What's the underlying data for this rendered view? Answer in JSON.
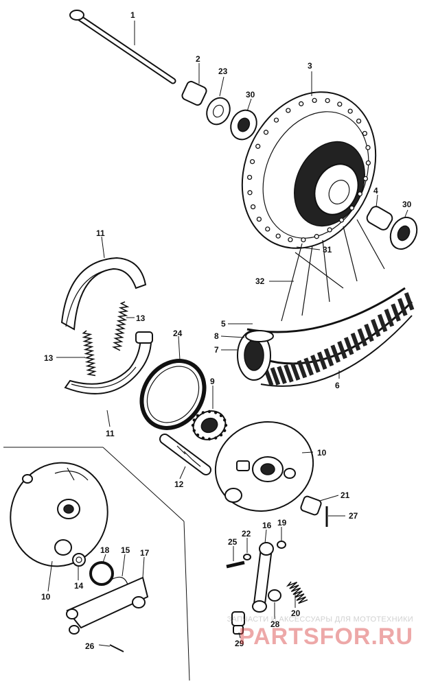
{
  "callouts": {
    "c1": "1",
    "c2": "2",
    "c3": "3",
    "c4": "4",
    "c5": "5",
    "c6": "6",
    "c7": "7",
    "c8": "8",
    "c9": "9",
    "c10a": "10",
    "c10b": "10",
    "c11a": "11",
    "c11b": "11",
    "c12": "12",
    "c13a": "13",
    "c13b": "13",
    "c14": "14",
    "c15": "15",
    "c16": "16",
    "c17": "17",
    "c18": "18",
    "c19": "19",
    "c20": "20",
    "c21": "21",
    "c22": "22",
    "c23": "23",
    "c24": "24",
    "c25": "25",
    "c26": "26",
    "c27": "27",
    "c28": "28",
    "c29": "29",
    "c30a": "30",
    "c30b": "30",
    "c31": "31",
    "c32": "32"
  },
  "watermark": {
    "tagline": "ЗАПЧАСТИ И АКСЕССУАРЫ ДЛЯ МОТОТЕХНИКИ",
    "brand": "PARTSFOR.RU"
  },
  "colors": {
    "ink": "#111111",
    "watermark_red": "#d94040"
  }
}
